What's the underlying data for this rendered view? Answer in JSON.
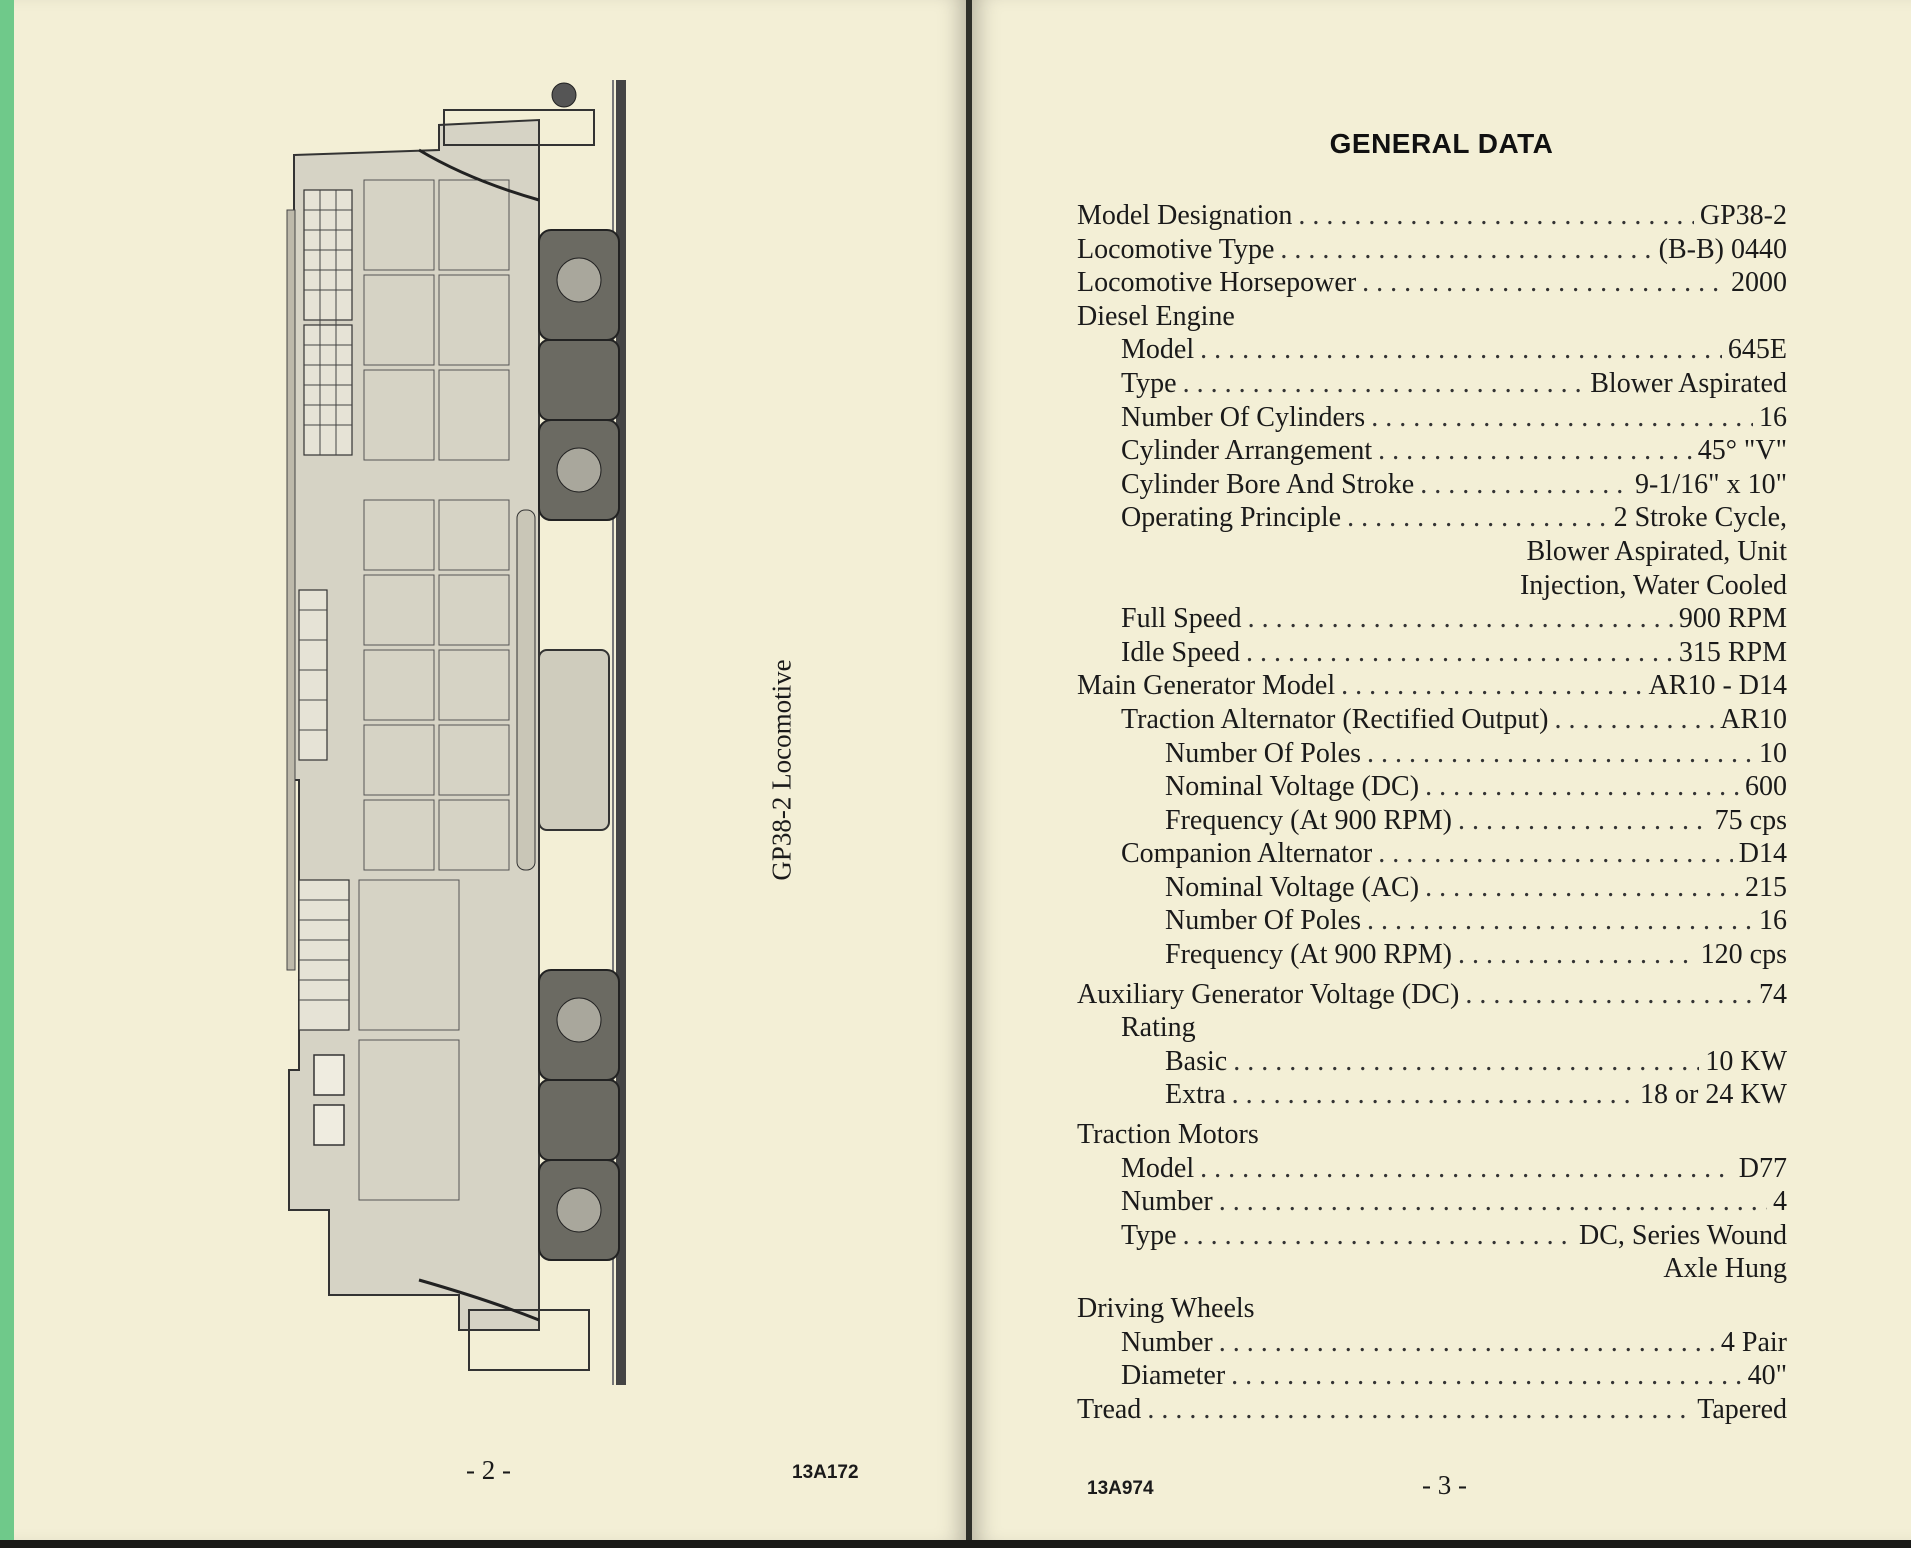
{
  "left_page": {
    "caption": "GP38-2 Locomotive",
    "page_number": "- 2 -",
    "figure_code": "13A172"
  },
  "right_page": {
    "title": "GENERAL DATA",
    "page_number": "- 3 -",
    "figure_code": "13A974",
    "specs": [
      {
        "label": "Model Designation",
        "value": "GP38-2",
        "indent": 0
      },
      {
        "label": "Locomotive Type",
        "value": "(B-B) 0440",
        "indent": 0
      },
      {
        "label": "Locomotive Horsepower",
        "value": "2000",
        "indent": 0
      },
      {
        "label": "Diesel Engine",
        "value": "",
        "indent": 0
      },
      {
        "label": "Model",
        "value": "645E",
        "indent": 1
      },
      {
        "label": "Type",
        "value": "Blower Aspirated",
        "indent": 1
      },
      {
        "label": "Number Of Cylinders",
        "value": "16",
        "indent": 1
      },
      {
        "label": "Cylinder Arrangement",
        "value": "45° \"V\"",
        "indent": 1
      },
      {
        "label": "Cylinder Bore And Stroke",
        "value": "9-1/16\" x 10\"",
        "indent": 1
      },
      {
        "label": "Operating Principle",
        "value": "2 Stroke Cycle,",
        "indent": 1
      },
      {
        "label": "",
        "value": "Blower Aspirated, Unit",
        "indent": 1
      },
      {
        "label": "",
        "value": "Injection, Water Cooled",
        "indent": 1
      },
      {
        "label": "Full Speed",
        "value": "900 RPM",
        "indent": 1
      },
      {
        "label": "Idle Speed",
        "value": "315 RPM",
        "indent": 1
      },
      {
        "label": "Main Generator Model",
        "value": "AR10 - D14",
        "indent": 0
      },
      {
        "label": "Traction Alternator (Rectified Output)",
        "value": "AR10",
        "indent": 1
      },
      {
        "label": "Number Of Poles",
        "value": "10",
        "indent": 2
      },
      {
        "label": "Nominal Voltage (DC)",
        "value": "600",
        "indent": 2
      },
      {
        "label": "Frequency (At 900 RPM)",
        "value": "75 cps",
        "indent": 2
      },
      {
        "label": "Companion Alternator",
        "value": "D14",
        "indent": 1
      },
      {
        "label": "Nominal Voltage (AC)",
        "value": "215",
        "indent": 2
      },
      {
        "label": "Number Of Poles",
        "value": "16",
        "indent": 2
      },
      {
        "label": "Frequency (At 900 RPM)",
        "value": "120 cps",
        "indent": 2
      },
      {
        "label": "Auxiliary Generator Voltage (DC)",
        "value": "74",
        "indent": 0
      },
      {
        "label": "Rating",
        "value": "",
        "indent": 1
      },
      {
        "label": "Basic",
        "value": "10 KW",
        "indent": 2
      },
      {
        "label": "Extra",
        "value": "18 or 24 KW",
        "indent": 2
      },
      {
        "label": "Traction Motors",
        "value": "",
        "indent": 0
      },
      {
        "label": "Model",
        "value": "D77",
        "indent": 1
      },
      {
        "label": "Number",
        "value": "4",
        "indent": 1
      },
      {
        "label": "Type",
        "value": "DC, Series Wound",
        "indent": 1
      },
      {
        "label": "",
        "value": "Axle Hung",
        "indent": 1
      },
      {
        "label": "Driving Wheels",
        "value": "",
        "indent": 0
      },
      {
        "label": "Number",
        "value": "4 Pair",
        "indent": 1
      },
      {
        "label": "Diameter",
        "value": "40\"",
        "indent": 1
      },
      {
        "label": "Tread",
        "value": "Tapered",
        "indent": 0
      }
    ]
  }
}
